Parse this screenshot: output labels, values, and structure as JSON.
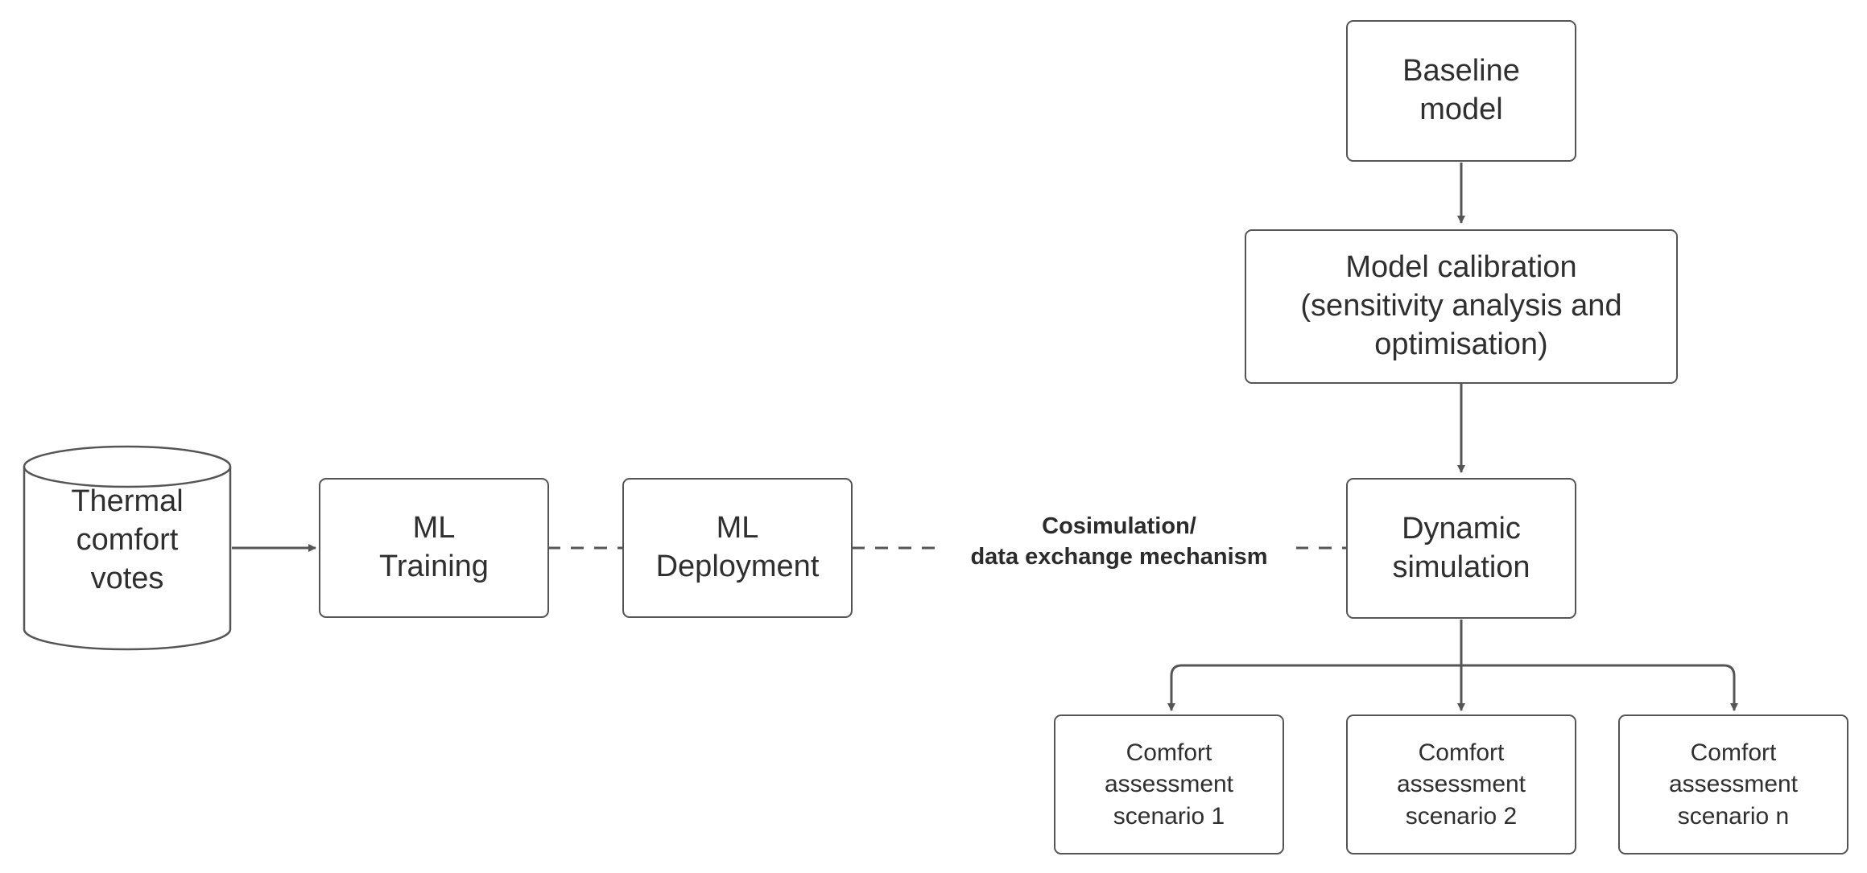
{
  "diagram": {
    "nodes": {
      "thermal_votes": "Thermal\ncomfort\nvotes",
      "ml_training": "ML\nTraining",
      "ml_deployment": "ML\nDeployment",
      "baseline_model": "Baseline\nmodel",
      "model_calibration": "Model calibration\n(sensitivity analysis and\noptimisation)",
      "dynamic_simulation": "Dynamic\nsimulation",
      "scenario_1": "Comfort\nassessment\nscenario 1",
      "scenario_2": "Comfort\nassessment\nscenario 2",
      "scenario_n": "Comfort\nassessment\nscenario n"
    },
    "edge_labels": {
      "cosimulation": "Cosimulation/\ndata exchange mechanism"
    },
    "colors": {
      "stroke": "#555555",
      "text": "#2f2f2f",
      "background": "#ffffff"
    }
  }
}
